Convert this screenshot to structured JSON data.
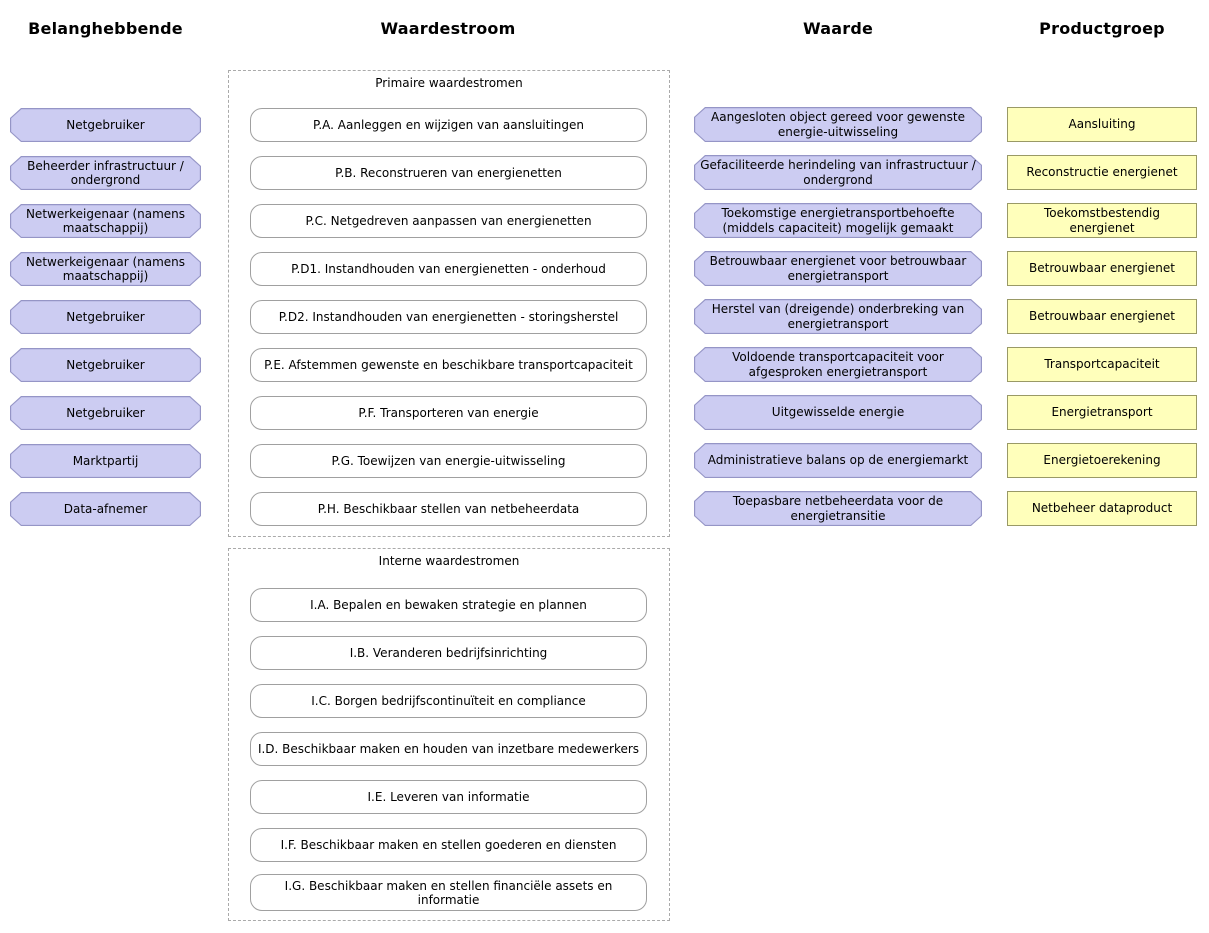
{
  "headers": {
    "stakeholders": "Belanghebbende",
    "valuestreams": "Waardestroom",
    "values": "Waarde",
    "productgroups": "Productgroep"
  },
  "stakeholders": {
    "items": [
      "Netgebruiker",
      "Beheerder infrastructuur / ondergrond",
      "Netwerkeigenaar (namens maatschappij)",
      "Netwerkeigenaar (namens maatschappij)",
      "Netgebruiker",
      "Netgebruiker",
      "Netgebruiker",
      "Marktpartij",
      "Data-afnemer"
    ]
  },
  "groups": {
    "primary": {
      "title": "Primaire waardestromen",
      "items": [
        "P.A. Aanleggen en wijzigen van aansluitingen",
        "P.B. Reconstrueren van energienetten",
        "P.C. Netgedreven aanpassen van energienetten",
        "P.D1. Instandhouden van energienetten - onderhoud",
        "P.D2. Instandhouden van energienetten - storingsherstel",
        "P.E. Afstemmen gewenste en beschikbare transportcapaciteit",
        "P.F. Transporteren van energie",
        "P.G. Toewijzen van energie-uitwisseling",
        "P.H. Beschikbaar stellen van netbeheerdata"
      ]
    },
    "internal": {
      "title": "Interne waardestromen",
      "items": [
        "I.A. Bepalen en bewaken strategie en plannen",
        "I.B. Veranderen bedrijfsinrichting",
        "I.C. Borgen bedrijfscontinuïteit en compliance",
        "I.D. Beschikbaar maken en houden van inzetbare medewerkers",
        "I.E. Leveren van informatie",
        "I.F. Beschikbaar maken en stellen goederen en diensten",
        "I.G. Beschikbaar maken en stellen financiële assets en informatie"
      ]
    }
  },
  "values": {
    "items": [
      "Aangesloten object gereed voor gewenste energie-uitwisseling",
      "Gefaciliteerde herindeling van infrastructuur / ondergrond",
      "Toekomstige energietransportbehoefte (middels capaciteit) mogelijk gemaakt",
      "Betrouwbaar energienet voor betrouwbaar energietransport",
      "Herstel van (dreigende) onderbreking van energietransport",
      "Voldoende transportcapaciteit voor afgesproken energietransport",
      "Uitgewisselde energie",
      "Administratieve balans op de energiemarkt",
      "Toepasbare netbeheerdata voor de energietransitie"
    ]
  },
  "productgroups": {
    "items": [
      "Aansluiting",
      "Reconstructie energienet",
      "Toekomstbestendig energienet",
      "Betrouwbaar energienet",
      "Betrouwbaar energienet",
      "Transportcapaciteit",
      "Energietransport",
      "Energietoerekening",
      "Netbeheer dataproduct"
    ]
  },
  "colors": {
    "stakeholder_fill": "#ccccf2",
    "stakeholder_border": "#9595c6",
    "value_fill": "#ccccf2",
    "value_border": "#9595c6",
    "productgroup_fill": "#ffffbb",
    "productgroup_border": "#999966",
    "valuestream_fill": "#ffffff",
    "valuestream_border": "#a0a0a0",
    "group_border": "#aaaaaa",
    "text": "#000000",
    "background": "#ffffff"
  }
}
